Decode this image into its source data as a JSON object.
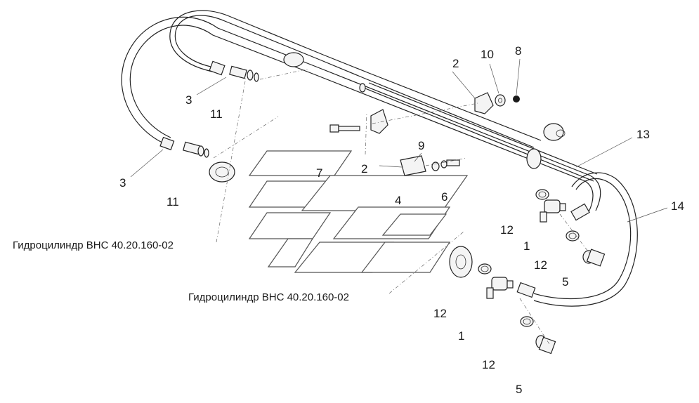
{
  "callouts": {
    "c1a": "1",
    "c1b": "1",
    "c2a": "2",
    "c2b": "2",
    "c3a": "3",
    "c3b": "3",
    "c4": "4",
    "c5a": "5",
    "c5b": "5",
    "c6": "6",
    "c7": "7",
    "c8": "8",
    "c9": "9",
    "c10": "10",
    "c11a": "11",
    "c11b": "11",
    "c12a": "12",
    "c12b": "12",
    "c12c": "12",
    "c12d": "12",
    "c13": "13",
    "c14": "14"
  },
  "captions": {
    "cylinder_left": "Гидроцилиндр ВНС 40.20.160-02",
    "cylinder_center": "Гидроцилиндр ВНС 40.20.160-02"
  },
  "colors": {
    "line": "#222222",
    "text": "#1a1a1a",
    "watermark": "#555555"
  }
}
